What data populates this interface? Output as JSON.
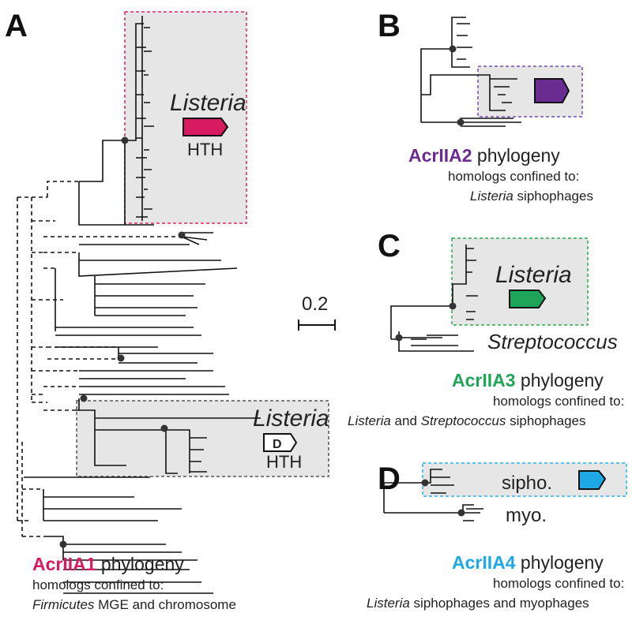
{
  "panels": {
    "A": {
      "label": "A",
      "box1_genus": "Listeria",
      "box1_gene_label": "HTH",
      "box2_genus": "Listeria",
      "box2_gene_label": "HTH",
      "box2_domain_letter": "D",
      "scale_label": "0.2",
      "caption_protein": "AcrIIA1",
      "caption_rest": " phylogeny",
      "caption_line2": "homologs confined to:",
      "caption_line3_italic": "Firmicutes",
      "caption_line3_rest": " MGE and chromosome",
      "accent": "#d81b60"
    },
    "B": {
      "label": "B",
      "caption_protein": "AcrIIA2",
      "caption_rest": " phylogeny",
      "caption_line2": "homologs confined to:",
      "caption_line3_italic": "Listeria",
      "caption_line3_rest": " siphophages",
      "accent": "#6a2c91"
    },
    "C": {
      "label": "C",
      "box_genus": "Listeria",
      "outside_genus": "Streptococcus",
      "caption_protein": "AcrIIA3",
      "caption_rest": " phylogeny",
      "caption_line2": "homologs confined to:",
      "caption_line3_italic1": "Listeria",
      "caption_line3_mid": " and ",
      "caption_line3_italic2": "Streptococcus",
      "caption_line3_rest": " siphophages",
      "accent": "#1fa55a"
    },
    "D": {
      "label": "D",
      "box_label": "sipho.",
      "outside_label": "myo.",
      "caption_protein": "AcrIIA4",
      "caption_rest": " phylogeny",
      "caption_line2": "homologs confined to:",
      "caption_line3_italic": "Listeria",
      "caption_line3_rest": " siphophages and myophages",
      "accent": "#1ea8e6"
    }
  },
  "colors": {
    "box_fill": "#e6e6e6",
    "box_border_A1": "#e0245e",
    "box_border_A2": "#555555",
    "box_border_B": "#7a4bb0",
    "box_border_C": "#2aa84f",
    "box_border_D": "#2bb3e8"
  }
}
